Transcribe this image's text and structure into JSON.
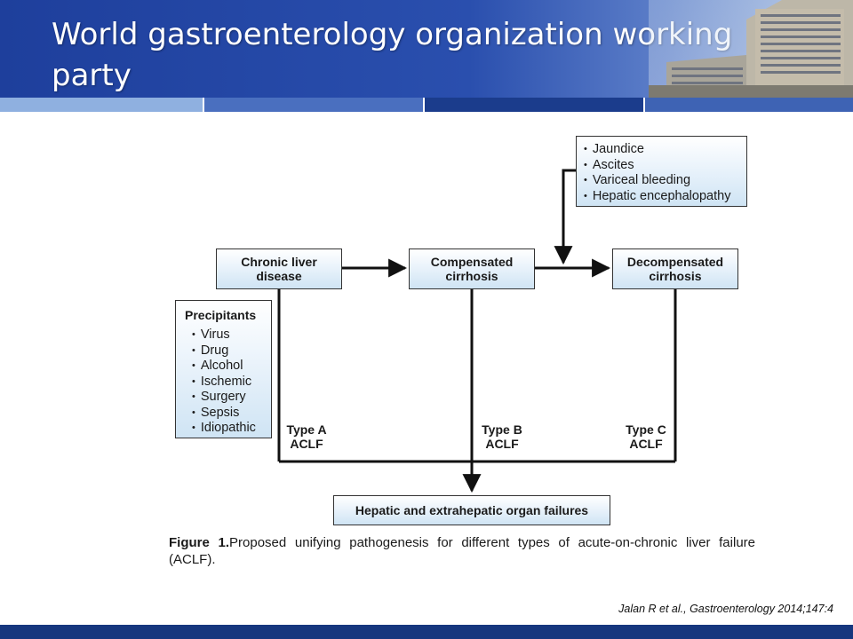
{
  "slide": {
    "title": "World gastroenterology organization working party"
  },
  "diagram": {
    "chronic_liver_disease": "Chronic liver\ndisease",
    "compensated_cirrhosis": "Compensated\ncirrhosis",
    "decompensated_cirrhosis": "Decompensated\ncirrhosis",
    "decompensation_events": [
      "Jaundice",
      "Ascites",
      "Variceal bleeding",
      "Hepatic encephalopathy"
    ],
    "precipitants_title": "Precipitants",
    "precipitants": [
      "Virus",
      "Drug",
      "Alcohol",
      "Ischemic",
      "Surgery",
      "Sepsis",
      "Idiopathic"
    ],
    "type_a": "Type A\nACLF",
    "type_b": "Type B\nACLF",
    "type_c": "Type C\nACLF",
    "outcome": "Hepatic and extrahepatic organ failures"
  },
  "figure_caption": {
    "label": "Figure 1.",
    "text": "Proposed unifying pathogenesis for different types of acute-on-chronic liver failure (ACLF)."
  },
  "citation": "Jalan R et al., Gastroenterology 2014;147:4",
  "colors": {
    "header_blue": "#1e3f9c",
    "footer_navy": "#16377e"
  }
}
